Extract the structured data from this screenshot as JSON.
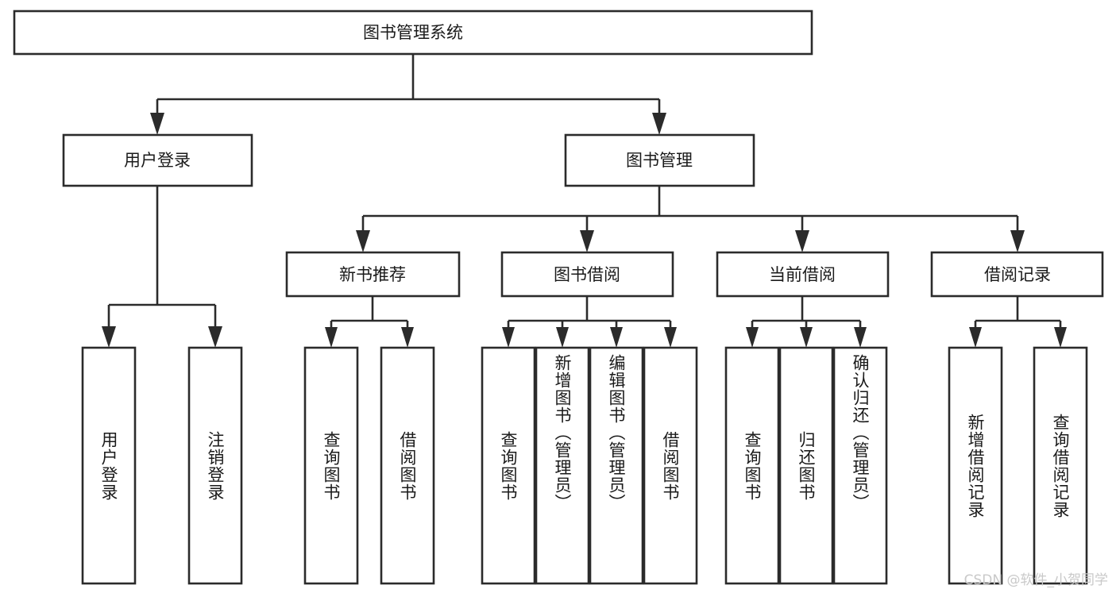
{
  "diagram": {
    "type": "tree",
    "title": "图书管理系统",
    "root": {
      "label": "图书管理系统"
    },
    "level1": [
      {
        "label": "用户登录"
      },
      {
        "label": "图书管理"
      }
    ],
    "level2": [
      {
        "label": "新书推荐"
      },
      {
        "label": "图书借阅"
      },
      {
        "label": "当前借阅"
      },
      {
        "label": "借阅记录"
      }
    ],
    "leaves": {
      "user_login": [
        "用户登录",
        "注销登录"
      ],
      "new_book_recommend": [
        "查询图书",
        "借阅图书"
      ],
      "book_borrow": [
        "查询图书",
        "新增图书（管理员）",
        "编辑图书（管理员）",
        "借阅图书"
      ],
      "current_borrow": [
        "查询图书",
        "归还图书",
        "确认归还（管理员）"
      ],
      "borrow_record": [
        "新增借阅记录",
        "查询借阅记录"
      ]
    }
  },
  "watermark": {
    "text": "CSDN @软件_小贺同学"
  },
  "colors": {
    "stroke": "#2b2b2b",
    "box_fill": "#ffffff",
    "text": "#1a1a1a",
    "watermark": "#c9c9c9",
    "background": "#ffffff"
  }
}
